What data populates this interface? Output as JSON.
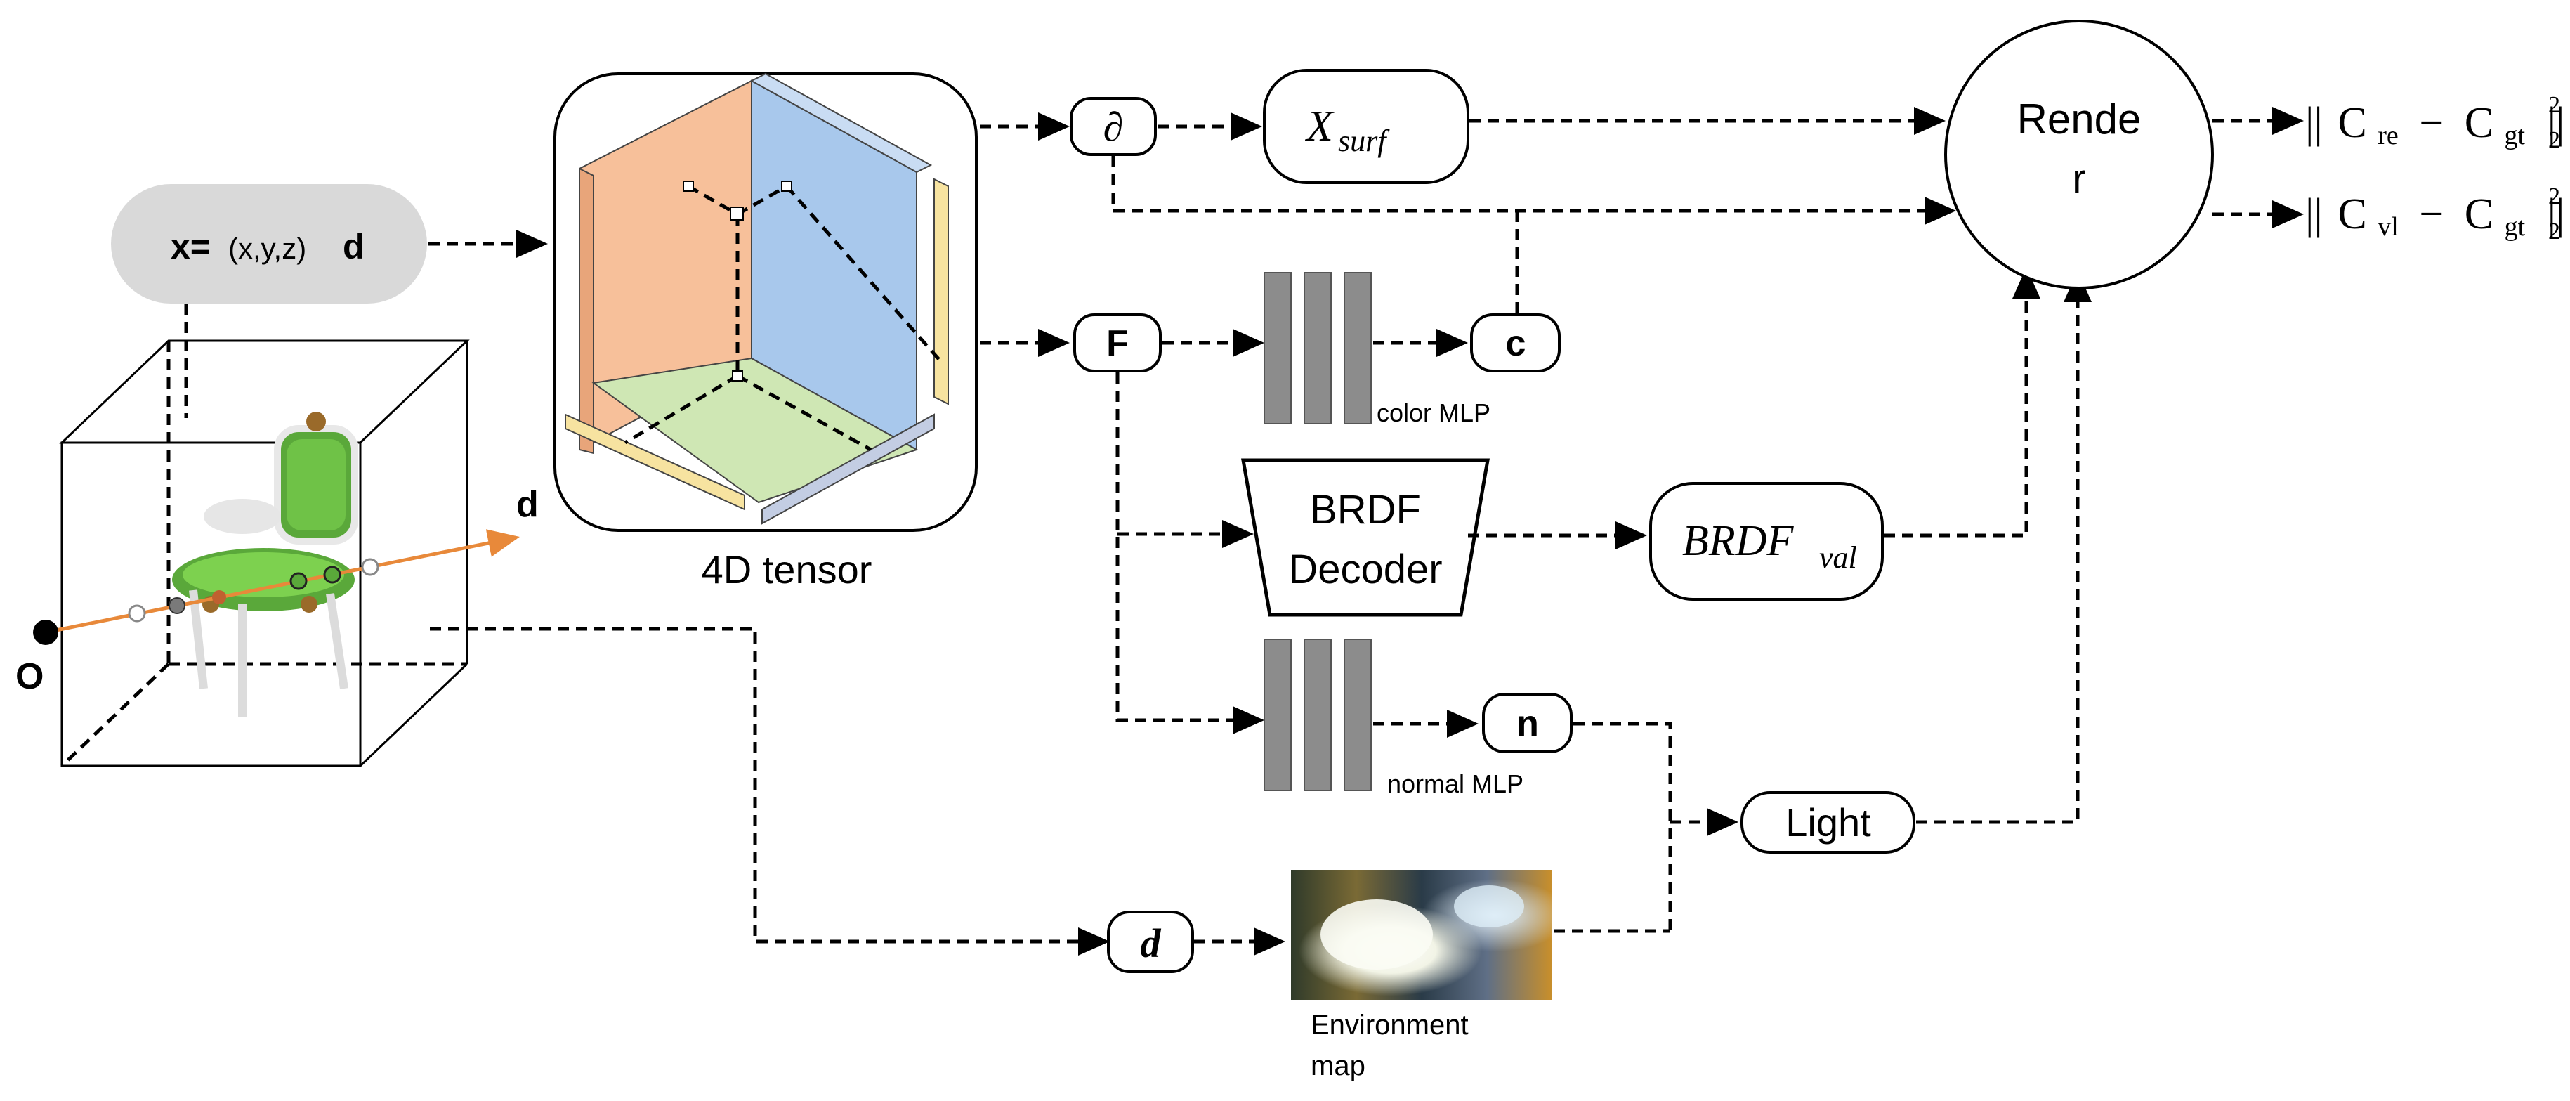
{
  "input": {
    "label_x": "x=",
    "label_coords": "(x,y,z)",
    "label_d": "d"
  },
  "scene": {
    "origin_label": "O",
    "direction_label": "d"
  },
  "tensor": {
    "caption": "4D tensor"
  },
  "nodes": {
    "partial": "∂",
    "xsurf_main": "X",
    "xsurf_sub": "surf",
    "feature": "F",
    "color_out": "c",
    "color_mlp_label": "color MLP",
    "brdf_line1": "BRDF",
    "brdf_line2": "Decoder",
    "brdfval_main": "BRDF",
    "brdfval_sub": "val",
    "normal_out": "n",
    "normal_mlp_label": "normal MLP",
    "light": "Light",
    "dir": "d",
    "env_line1": "Environment",
    "env_line2": "map",
    "render_line1": "Rende",
    "render_line2": "r"
  },
  "losses": {
    "loss1": {
      "bars": "||",
      "c1": "C",
      "c1_sub": "re",
      "minus": "−",
      "c2": "C",
      "c2_sub": "gt",
      "close": "||",
      "sup": "2",
      "sub": "2"
    },
    "loss2": {
      "bars": "||",
      "c1": "C",
      "c1_sub": "vl",
      "minus": "−",
      "c2": "C",
      "c2_sub": "gt",
      "close": "||",
      "sup": "2",
      "sub": "2"
    }
  },
  "colors": {
    "orange_wall": "#f7c09a",
    "blue_wall": "#a8c8ec",
    "green_floor": "#cfe7b4",
    "yellow_bar": "#f7e3a0",
    "blue_bar": "#c3cde3",
    "ray_orange": "#e8893a",
    "mlp_gray": "#8c8c8c",
    "input_pill": "#d9d9d9"
  }
}
